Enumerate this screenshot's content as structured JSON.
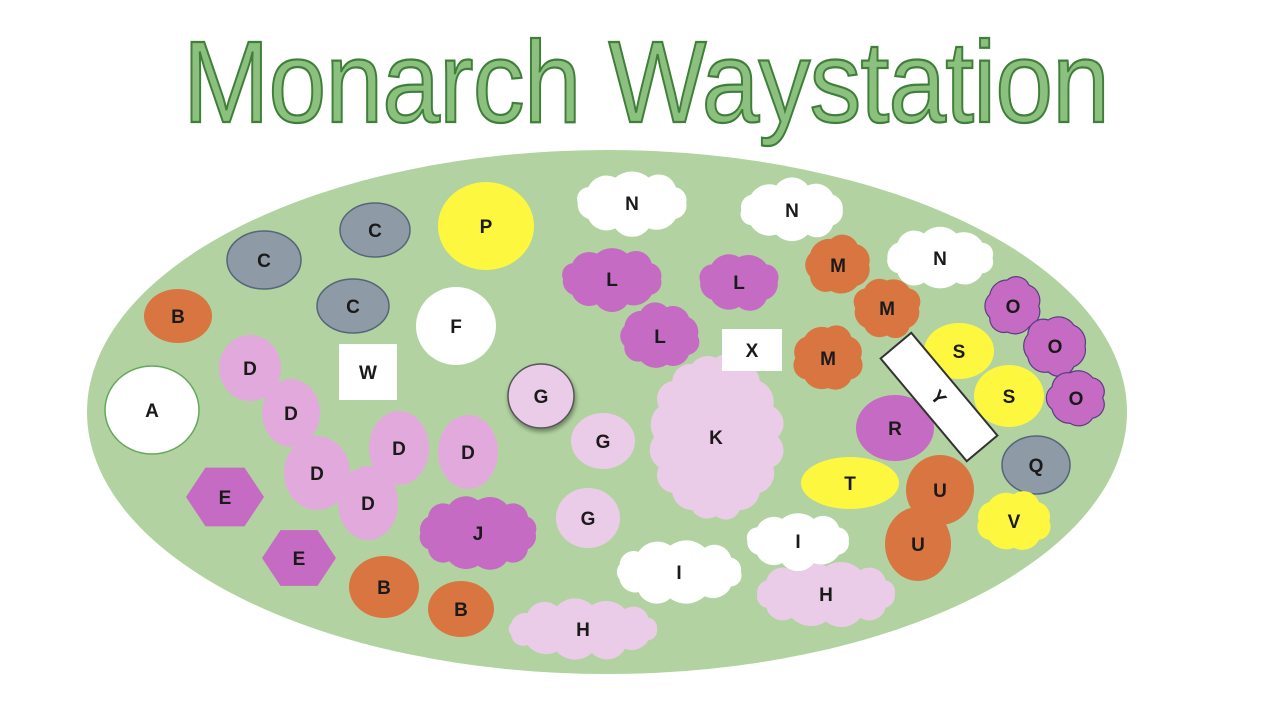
{
  "title": "Monarch Waystation",
  "colors": {
    "bed": "#b2d3a1",
    "orange": "#d97540",
    "slate": "#8e9ba7",
    "yellow": "#fdf83f",
    "white": "#ffffff",
    "lightPink": "#e2a9dc",
    "palePink": "#ebcce8",
    "magenta": "#c56bc3",
    "titleFill": "#8cc07f",
    "titleStroke": "#3f7f3a"
  },
  "plants": [
    {
      "label": "A",
      "shape": "circle",
      "color": "white"
    },
    {
      "label": "B",
      "shape": "circle",
      "color": "orange"
    },
    {
      "label": "B",
      "shape": "circle",
      "color": "orange"
    },
    {
      "label": "B",
      "shape": "circle",
      "color": "orange"
    },
    {
      "label": "C",
      "shape": "circle",
      "color": "slate"
    },
    {
      "label": "C",
      "shape": "circle",
      "color": "slate"
    },
    {
      "label": "C",
      "shape": "circle",
      "color": "slate"
    },
    {
      "label": "D",
      "shape": "circle",
      "color": "lightPink"
    },
    {
      "label": "D",
      "shape": "circle",
      "color": "lightPink"
    },
    {
      "label": "D",
      "shape": "circle",
      "color": "lightPink"
    },
    {
      "label": "D",
      "shape": "circle",
      "color": "lightPink"
    },
    {
      "label": "D",
      "shape": "circle",
      "color": "lightPink"
    },
    {
      "label": "D",
      "shape": "circle",
      "color": "lightPink"
    },
    {
      "label": "E",
      "shape": "hexagon",
      "color": "magenta"
    },
    {
      "label": "E",
      "shape": "hexagon",
      "color": "magenta"
    },
    {
      "label": "F",
      "shape": "circle",
      "color": "white"
    },
    {
      "label": "G",
      "shape": "circle",
      "color": "palePink"
    },
    {
      "label": "G",
      "shape": "circle",
      "color": "palePink"
    },
    {
      "label": "G",
      "shape": "circle",
      "color": "palePink"
    },
    {
      "label": "H",
      "shape": "cloud",
      "color": "palePink"
    },
    {
      "label": "H",
      "shape": "cloud",
      "color": "palePink"
    },
    {
      "label": "I",
      "shape": "cloud",
      "color": "white"
    },
    {
      "label": "I",
      "shape": "cloud",
      "color": "white"
    },
    {
      "label": "J",
      "shape": "cloud",
      "color": "magenta"
    },
    {
      "label": "K",
      "shape": "cloud",
      "color": "palePink"
    },
    {
      "label": "L",
      "shape": "cloud",
      "color": "magenta"
    },
    {
      "label": "L",
      "shape": "cloud",
      "color": "magenta"
    },
    {
      "label": "L",
      "shape": "cloud",
      "color": "magenta"
    },
    {
      "label": "M",
      "shape": "cloud",
      "color": "orange"
    },
    {
      "label": "M",
      "shape": "cloud",
      "color": "orange"
    },
    {
      "label": "M",
      "shape": "cloud",
      "color": "orange"
    },
    {
      "label": "N",
      "shape": "cloud",
      "color": "white"
    },
    {
      "label": "N",
      "shape": "cloud",
      "color": "white"
    },
    {
      "label": "N",
      "shape": "cloud",
      "color": "white"
    },
    {
      "label": "O",
      "shape": "cloud",
      "color": "magenta"
    },
    {
      "label": "O",
      "shape": "cloud",
      "color": "magenta"
    },
    {
      "label": "O",
      "shape": "cloud",
      "color": "magenta"
    },
    {
      "label": "P",
      "shape": "circle",
      "color": "yellow"
    },
    {
      "label": "Q",
      "shape": "circle",
      "color": "slate"
    },
    {
      "label": "R",
      "shape": "circle",
      "color": "magenta"
    },
    {
      "label": "S",
      "shape": "circle",
      "color": "yellow"
    },
    {
      "label": "S",
      "shape": "circle",
      "color": "yellow"
    },
    {
      "label": "T",
      "shape": "circle",
      "color": "yellow"
    },
    {
      "label": "U",
      "shape": "circle",
      "color": "orange"
    },
    {
      "label": "U",
      "shape": "circle",
      "color": "orange"
    },
    {
      "label": "V",
      "shape": "cloud",
      "color": "yellow"
    },
    {
      "label": "W",
      "shape": "square",
      "color": "white"
    },
    {
      "label": "X",
      "shape": "square",
      "color": "white"
    },
    {
      "label": "Y",
      "shape": "rectangle",
      "color": "white"
    }
  ]
}
